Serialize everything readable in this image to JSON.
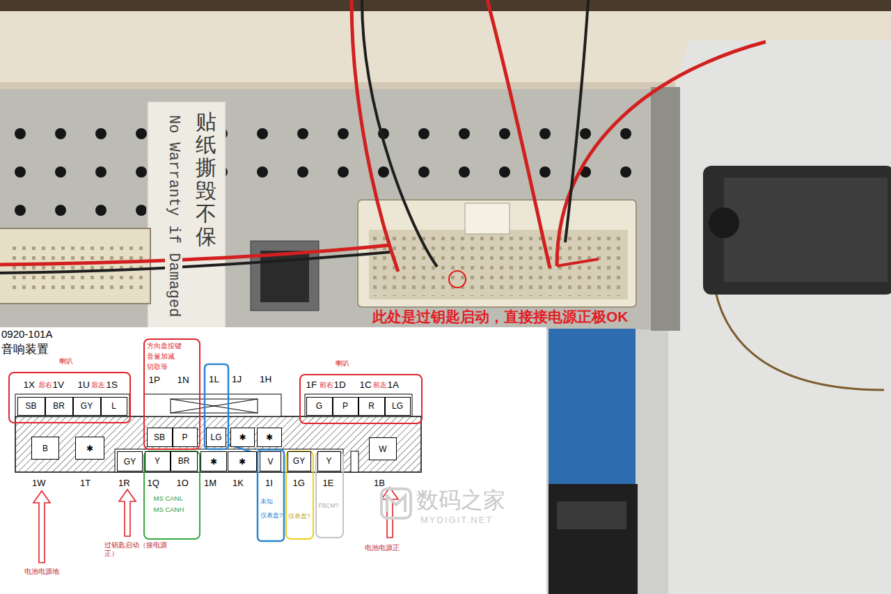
{
  "diagram": {
    "title": "0920-101A",
    "nodes": [
      {
        "text": [
          "喇叭",
          "1X",
          "后右",
          "1V",
          "1U",
          "后左",
          "1S"
        ]
      },
      {
        "text": [
          "SB"
        ],
        "in": 0
      },
      {
        "text": [
          "BR"
        ],
        "in": 0
      },
      {
        "text": [
          "GY"
        ],
        "in": 0
      },
      {
        "text": [
          "L"
        ],
        "in": 0
      },
      {
        "text": [
          "方向盘按键 音量加减 切歌等",
          "1P",
          "1N"
        ]
      },
      {
        "text": [
          "SB"
        ],
        "in": 5
      },
      {
        "text": [
          "P"
        ],
        "in": 5
      },
      {
        "text": [
          "1L",
          "1I",
          "未知 仪表盘?"
        ]
      },
      {
        "text": [
          "LG"
        ],
        "in": 8
      },
      {
        "text": [
          "V"
        ],
        "in": 8
      },
      {
        "text": [
          "喇叭",
          "1F",
          "前右",
          "1D",
          "1C",
          "前左",
          "1A"
        ]
      },
      {
        "text": [
          "G"
        ],
        "in": 11
      },
      {
        "text": [
          "P"
        ],
        "in": 11
      },
      {
        "text": [
          "R"
        ],
        "in": 11
      },
      {
        "text": [
          "LG"
        ],
        "in": 11
      },
      {
        "text": [
          "✱"
        ]
      },
      {
        "text": [
          "✱"
        ]
      },
      {
        "text": [
          "B"
        ]
      },
      {
        "text": [
          "✱"
        ]
      },
      {
        "text": [
          "GY"
        ]
      },
      {
        "text": [
          "1Q",
          "1O",
          "MS CANL",
          "MS CANH"
        ]
      },
      {
        "text": [
          "Y"
        ],
        "in": 21
      },
      {
        "text": [
          "BR"
        ],
        "in": 21
      },
      {
        "text": [
          "✱"
        ]
      },
      {
        "text": [
          "✱"
        ]
      },
      {
        "text": [
          "1G",
          "仪表盘?"
        ]
      },
      {
        "text": [
          "GY"
        ],
        "in": 26
      },
      {
        "text": [
          "1E",
          "FBCM?"
        ]
      },
      {
        "text": [
          "Y"
        ],
        "in": 28
      },
      {
        "text": [
          "W"
        ]
      }
    ],
    "labels": [
      "音响装置",
      "此处是过钥匙启动，直接接电源正极OK",
      "贴纸撕毁不保",
      "No Warranty if Damaged",
      "1J",
      "1H",
      "1W",
      "1T",
      "1R",
      "1M",
      "1K",
      "1B",
      "电池电源地",
      "过钥匙启动（接电源正）",
      "电池电源正",
      "数码之家",
      "MYDIGIT.NET"
    ]
  }
}
